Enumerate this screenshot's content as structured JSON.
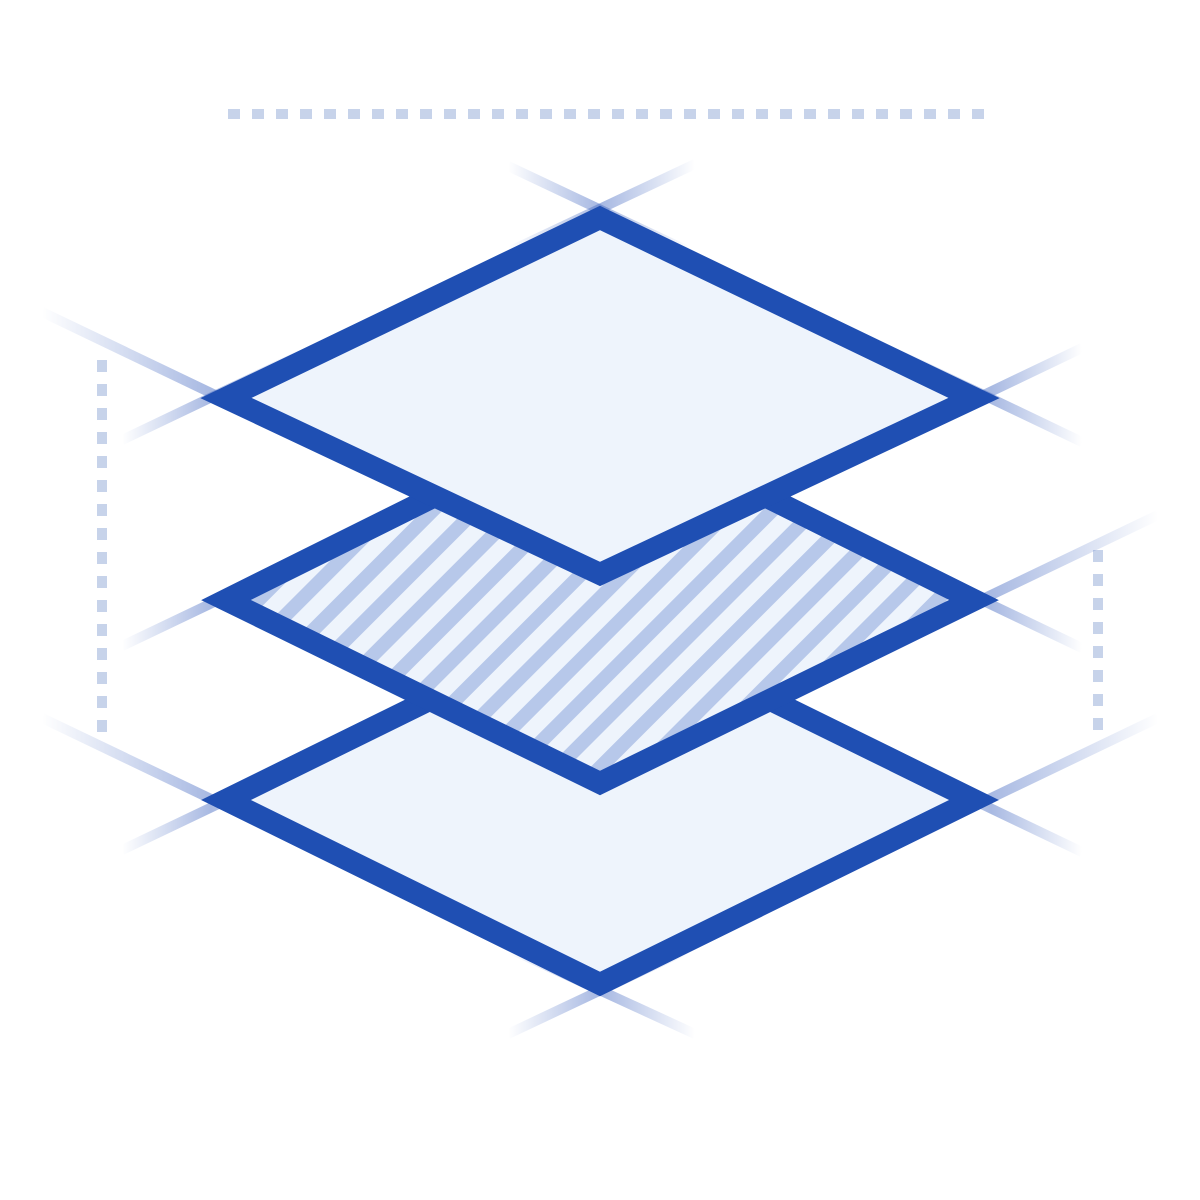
{
  "diagram": {
    "type": "stacked-layers-blueprint",
    "icon": "layers-icon",
    "layer_count": 3,
    "highlighted_layer": 2,
    "colors": {
      "background": "#ffffff",
      "outline": "#1f4fb3",
      "fill": "#eef4fc",
      "guide": "#3d63bf",
      "dotted": "#c7d3ea",
      "hatch": "#b7c8ea"
    }
  }
}
